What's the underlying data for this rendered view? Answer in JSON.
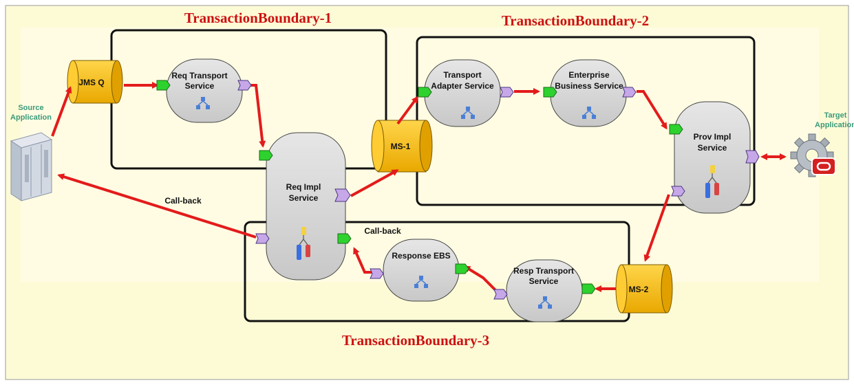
{
  "diagram": {
    "boundaries": [
      "TransactionBoundary-1",
      "TransactionBoundary-2",
      "TransactionBoundary-3"
    ],
    "source_app": [
      "Source",
      "Application"
    ],
    "target_app": [
      "Target",
      "Application"
    ],
    "queues": {
      "jms": "JMS Q",
      "ms1": "MS-1",
      "ms2": "MS-2"
    },
    "services": {
      "req_transport": [
        "Req Transport",
        "Service"
      ],
      "req_impl": [
        "Req Impl",
        "Service"
      ],
      "transport_adapter": [
        "Transport",
        "Adapter Service"
      ],
      "enterprise_business": [
        "Enterprise",
        "Business Service"
      ],
      "prov_impl": [
        "Prov Impl",
        "Service"
      ],
      "response_ebs": [
        "Response EBS"
      ],
      "resp_transport": [
        "Resp Transport",
        "Service"
      ]
    },
    "callbacks": {
      "outer": "Call-back",
      "inner": "Call-back"
    },
    "colors": {
      "background": "#fdfbd6",
      "arrow": "#e31b1b",
      "boundary_title": "#cc1111",
      "queue": "#f5b800",
      "service_fill": "#d8d8d8",
      "port_in": "#2ed22e",
      "port_out": "#c6a7e8"
    }
  }
}
